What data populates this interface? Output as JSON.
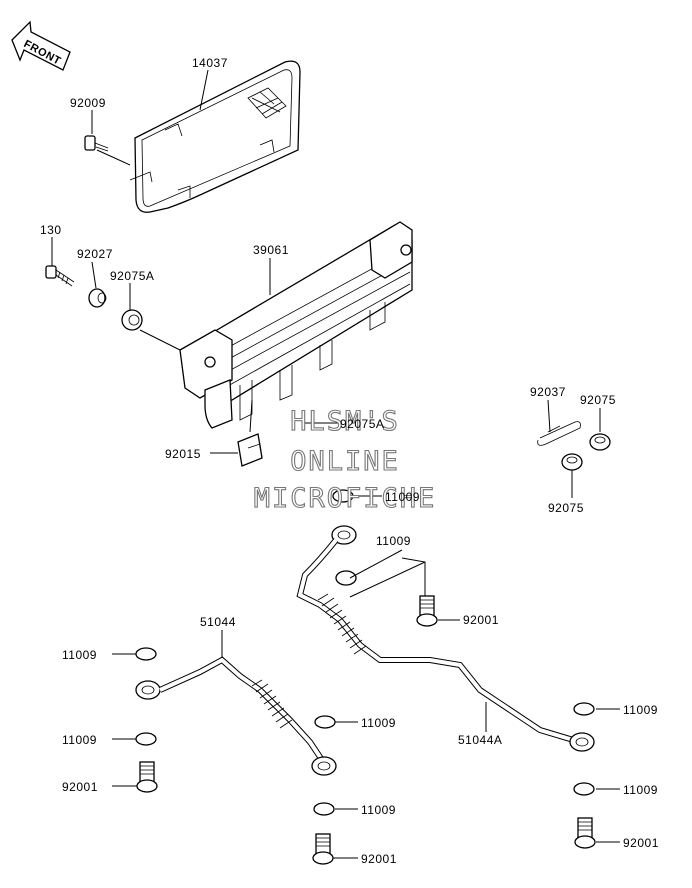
{
  "front_arrow": {
    "text": "FRONT"
  },
  "watermark": {
    "line1": "HLSM'S",
    "line2": "ONLINE",
    "line3": "MICROFICHE"
  },
  "labels": {
    "p14037": "14037",
    "p92009": "92009",
    "p130": "130",
    "p92027": "92027",
    "p39061": "39061",
    "p92075A_top": "92075A",
    "p92075A_mid": "92075A",
    "p92015": "92015",
    "p11009_mid": "11009",
    "p92037": "92037",
    "p92075_a": "92075",
    "p92075_b": "92075",
    "p11009_upper": "11009",
    "p92001_upper": "92001",
    "p51044": "51044",
    "p11009_left1": "11009",
    "p11009_center": "11009",
    "p11009_left2": "11009",
    "p51044A": "51044A",
    "p11009_right1": "11009",
    "p92001_left": "92001",
    "p11009_right2": "11009",
    "p11009_bottom": "11009",
    "p92001_bottom": "92001",
    "p92001_right": "92001"
  }
}
